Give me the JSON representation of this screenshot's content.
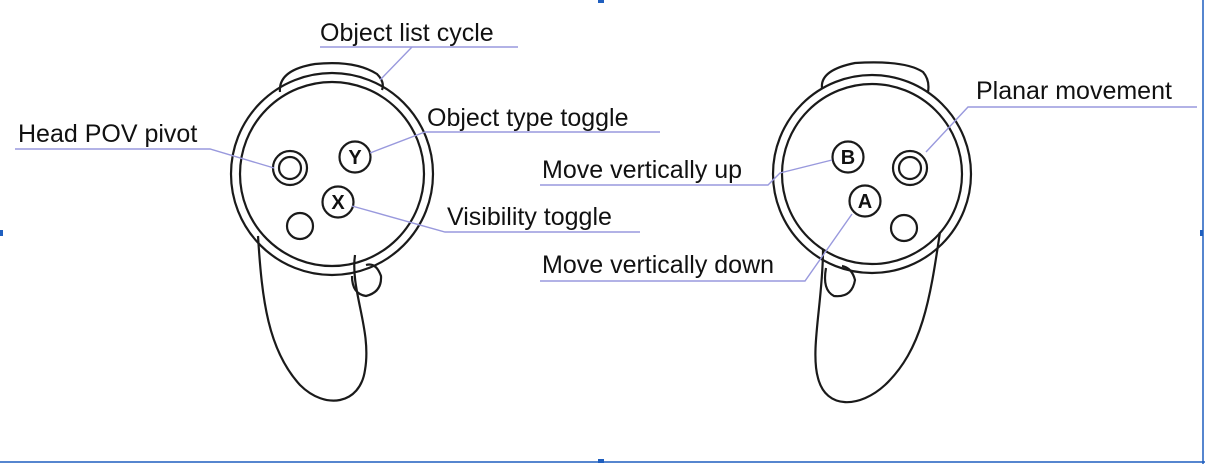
{
  "colors": {
    "outline": "#1a1a1a",
    "leader": "#9999dd",
    "frame": "#1f5fbf",
    "background": "#ffffff"
  },
  "left_controller": {
    "buttons": {
      "upper": "Y",
      "lower": "X"
    },
    "labels": {
      "object_list_cycle": "Object list cycle",
      "head_pov_pivot": "Head POV pivot",
      "object_type_toggle": "Object type toggle",
      "visibility_toggle": "Visibility toggle"
    }
  },
  "right_controller": {
    "buttons": {
      "upper": "B",
      "lower": "A"
    },
    "labels": {
      "planar_movement": "Planar movement",
      "move_vertically_up": "Move vertically up",
      "move_vertically_down": "Move vertically down"
    }
  }
}
